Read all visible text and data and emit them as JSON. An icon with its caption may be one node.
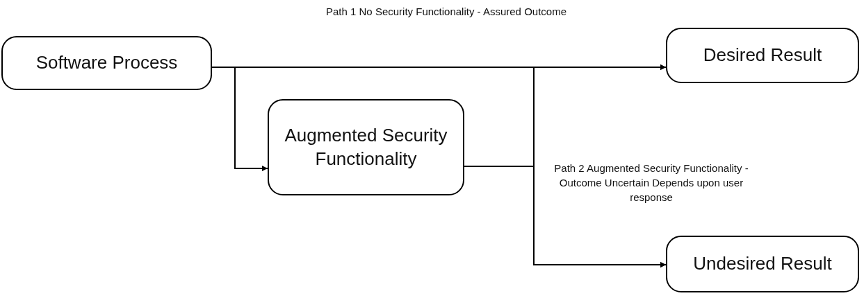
{
  "diagram": {
    "nodes": [
      {
        "text": [
          "Software Process"
        ]
      },
      {
        "text": [
          "Augmented Security Functionality"
        ]
      },
      {
        "text": [
          "Desired Result"
        ]
      },
      {
        "text": [
          "Undesired Result"
        ]
      }
    ],
    "edges": [
      {
        "from": 0,
        "to": 2,
        "arrow": "to",
        "label": "Path 1 No Security Functionality - Assured Outcome"
      },
      {
        "from": 0,
        "to": 1,
        "arrow": "to"
      },
      {
        "from": 0,
        "to": 3,
        "arrow": "to"
      },
      {
        "from": 1,
        "to": 2,
        "arrow": "to"
      },
      {
        "from": 1,
        "to": 3,
        "arrow": "to",
        "label": "Path 2 Augmented Security Functionality - Outcome Uncertain Depends upon user response"
      }
    ]
  }
}
